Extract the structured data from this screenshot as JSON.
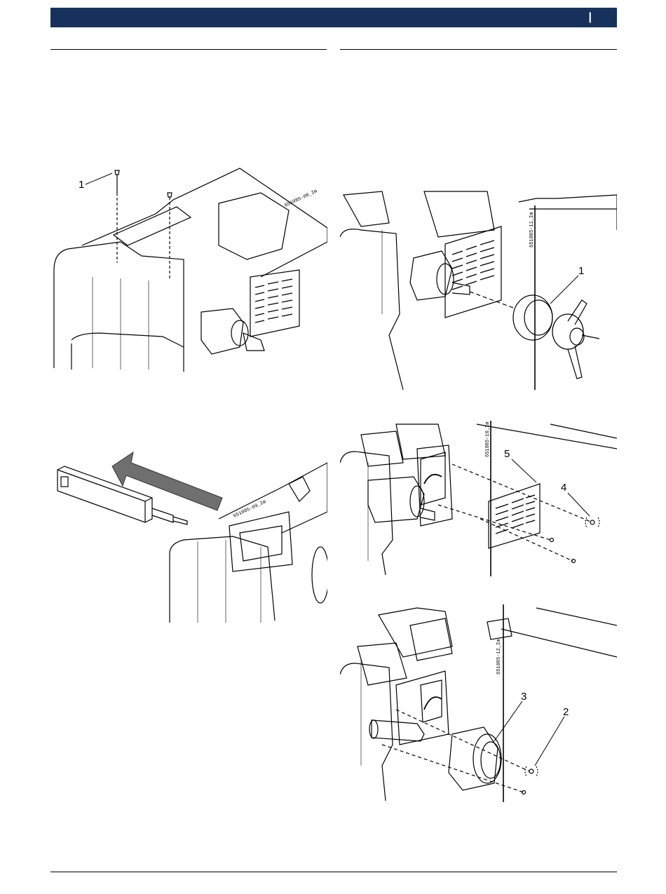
{
  "header": {
    "mark": "|"
  },
  "figures": [
    {
      "id": "fig1",
      "code": "651085-08_Im",
      "callouts": [
        "1"
      ]
    },
    {
      "id": "fig2",
      "code": "651085-09_Im",
      "callouts": []
    },
    {
      "id": "fig3",
      "code": "651085-11_Im",
      "callouts": [
        "1"
      ]
    },
    {
      "id": "fig4",
      "code": "651085-10_Im",
      "callouts": [
        "5",
        "4"
      ]
    },
    {
      "id": "fig5",
      "code": "651085-12_Im",
      "callouts": [
        "3",
        "2"
      ]
    }
  ]
}
